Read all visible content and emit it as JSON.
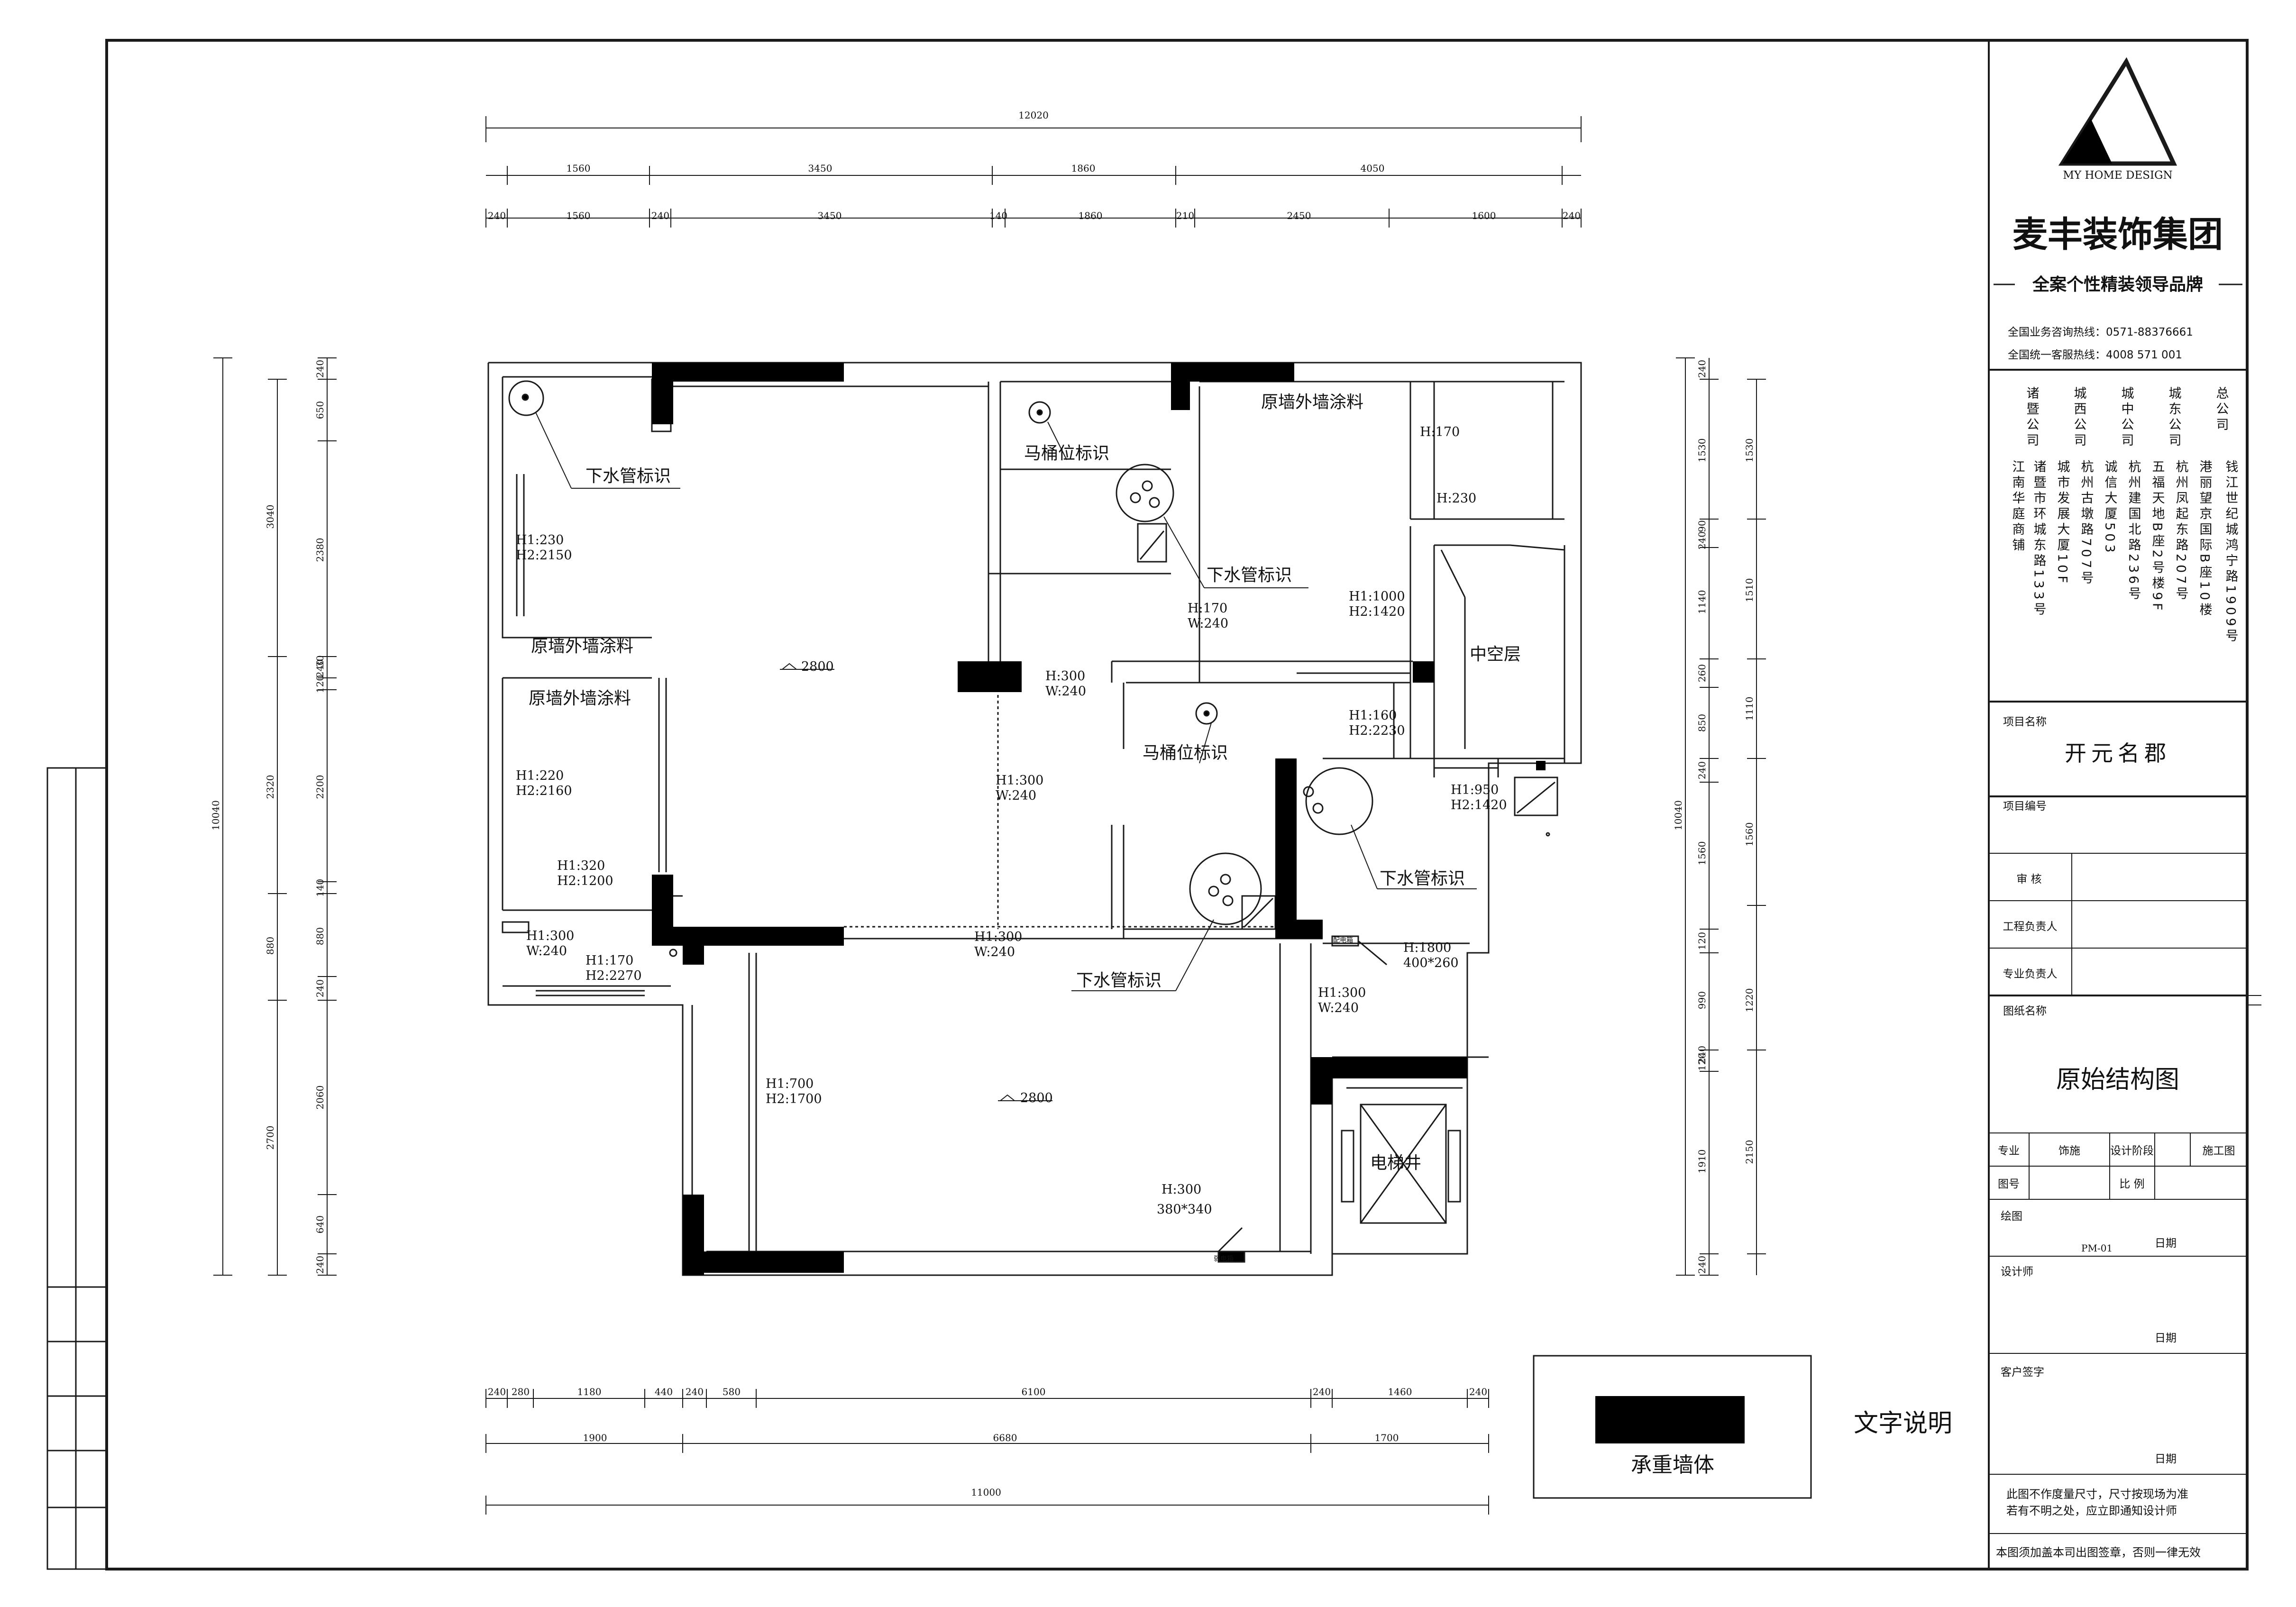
{
  "company": {
    "logo_text": "MY HOME DESIGN",
    "name": "麦丰装饰集团",
    "slogan": "全案个性精装领导品牌",
    "hotline_business": "全国业务咨询热线：0571-88376661",
    "hotline_service": "全国统一客服热线：4008 571 001"
  },
  "branches": [
    {
      "name": "诸暨公司",
      "address": "江南华庭商铺"
    },
    {
      "name": "",
      "address": "诸暨市环城东路133号"
    },
    {
      "name": "城西公司",
      "address": "城市发展大厦10F"
    },
    {
      "name": "",
      "address": "杭州古墩路707号"
    },
    {
      "name": "城中公司",
      "address": "诚信大厦503"
    },
    {
      "name": "",
      "address": "杭州建国北路236号"
    },
    {
      "name": "城东公司",
      "address": "五福天地B座2号楼9F"
    },
    {
      "name": "",
      "address": "杭州凤起东路207号"
    },
    {
      "name": "总公司",
      "address": "港丽望京国际B座10楼"
    },
    {
      "name": "",
      "address": "钱江世纪城鸿宁路1909号"
    }
  ],
  "titleblock": {
    "project_name_label": "项目名称",
    "project_name": "开元名郡",
    "project_no_label": "项目编号",
    "review_label": "审  核",
    "engineer_label": "工程负责人",
    "specialist_label": "专业负责人",
    "drawing_name_label": "图纸名称",
    "drawing_name": "原始结构图",
    "discipline_label": "专业",
    "discipline_value": "饰施",
    "stage_label": "设计阶段",
    "stage_value": "施工图",
    "drawing_no_label": "图号",
    "scale_label": "比  例",
    "drawn_label": "绘图",
    "drawn_no": "PM-01",
    "date_label": "日期",
    "designer_label": "设计师",
    "client_sign_label": "客户签字",
    "note1": "此图不作度量尺寸，尺寸按现场为准",
    "note2": "若有不明之处，应立即通知设计师",
    "note3": "本图须加盖本司出图签章，否则一律无效"
  },
  "legend": {
    "title": "文字说明",
    "load_wall": "承重墙体"
  },
  "plan_labels": {
    "drain": "下水管标识",
    "toilet": "马桶位标识",
    "paint": "原墙外墙涂料",
    "void": "中空层",
    "elevator": "电梯井",
    "ceiling_a": "2800",
    "ceiling_b": "2800",
    "panel": "配电箱",
    "panel2": "弱电箱"
  },
  "specs": {
    "s1": "H1:230",
    "s1b": "H2:2150",
    "s2": "H1:220",
    "s2b": "H2:2160",
    "s3": "H1:320",
    "s3b": "H2:1200",
    "s4": "H1:300",
    "s4b": "W:240",
    "s5": "H1:170",
    "s5b": "H2:2270",
    "s6": "H:300",
    "s6b": "W:240",
    "s7": "H:170",
    "s7b": "W:240",
    "s8": "H1:1000",
    "s8b": "H2:1420",
    "s9": "H:170",
    "s10": "H:230",
    "s11": "H1:160",
    "s11b": "H2:2230",
    "s12": "H1:300",
    "s12b": "W:240",
    "s13": "H1:950",
    "s13b": "H2:1420",
    "s14": "H1:300",
    "s14b": "W:240",
    "s15": "H:1800",
    "s15b": "400*260",
    "s16": "H1:300",
    "s16b": "W:240",
    "s17": "H1:700",
    "s17b": "H2:1700",
    "s18": "H:300",
    "s18b": "380*340"
  },
  "dims": {
    "top_total": "12020",
    "top_a": [
      "1560",
      "3450",
      "1860",
      "4050"
    ],
    "top_b": [
      "240",
      "1560",
      "240",
      "3450",
      "140",
      "1860",
      "210",
      "2450",
      "1600",
      "240"
    ],
    "bottom_a": [
      "240",
      "280",
      "1180",
      "440",
      "240",
      "580",
      "6100",
      "240",
      "1460",
      "240"
    ],
    "bottom_b": [
      "1900",
      "6680",
      "1700"
    ],
    "bottom_total": "11000",
    "left_total": "10040",
    "left_a": [
      "3040",
      "2320",
      "880",
      "2700"
    ],
    "left_b": [
      "240",
      "650",
      "2380",
      "30",
      "240",
      "120",
      "2200",
      "140",
      "880",
      "240",
      "2060",
      "640",
      "240"
    ],
    "right_total": "10040",
    "right_a": [
      "240",
      "1530",
      "90",
      "240",
      "1140",
      "260",
      "850",
      "240",
      "1560",
      "120",
      "990",
      "240",
      "120",
      "1910",
      "240"
    ],
    "right_b": [
      "1530",
      "1510",
      "1110",
      "1560",
      "1220",
      "2150"
    ]
  },
  "colors": {
    "line": "#1a1a1a",
    "wall": "#000000",
    "paper": "#ffffff"
  }
}
